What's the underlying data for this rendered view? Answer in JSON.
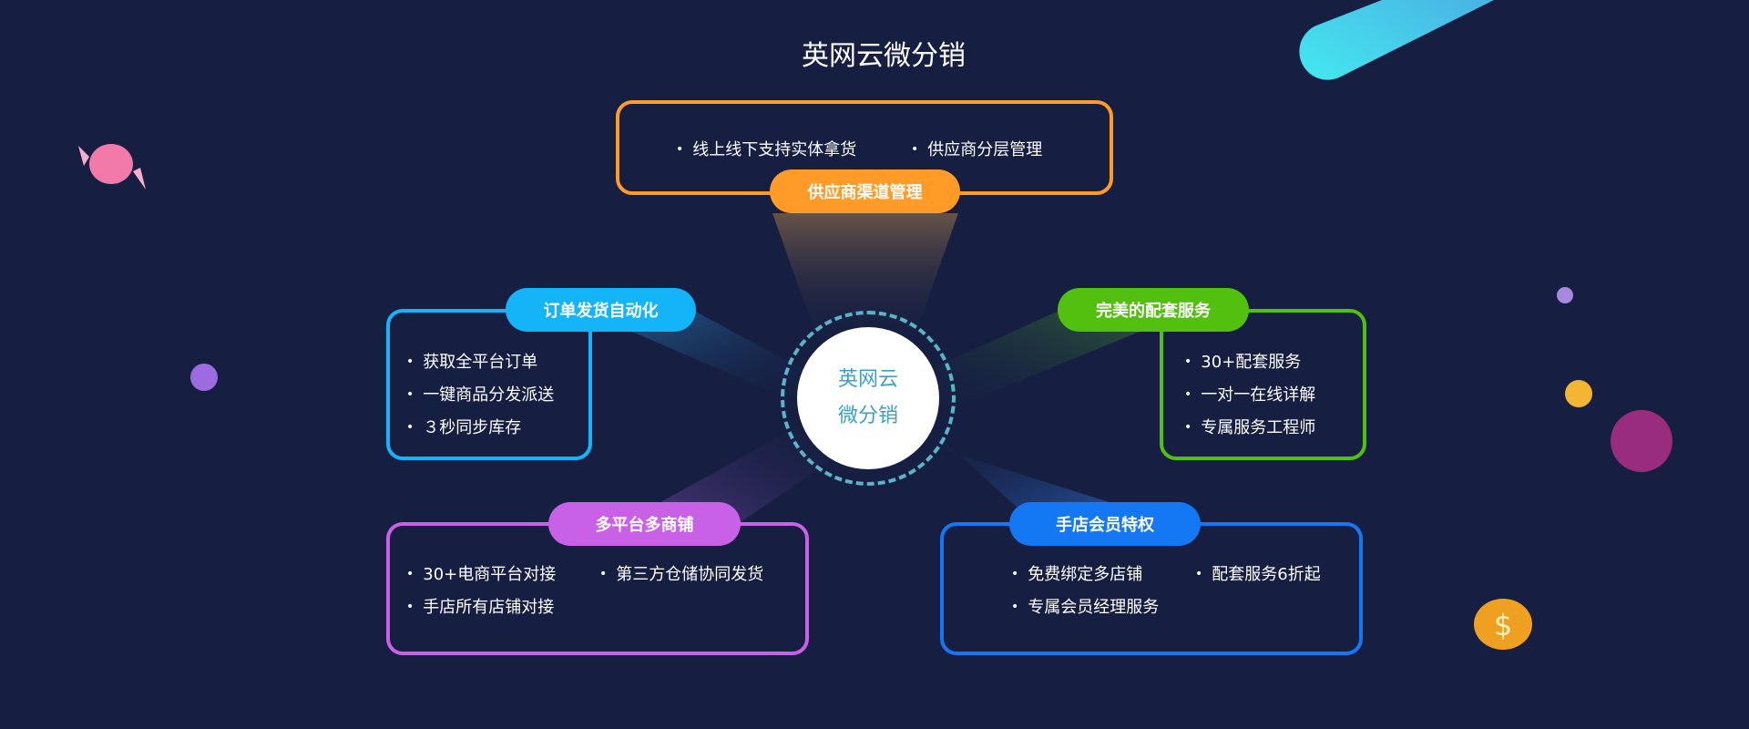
{
  "title": "英网云微分销",
  "center": {
    "line1": "英网云",
    "line2": "微分销"
  },
  "modules": {
    "supplier": {
      "label": "供应商渠道管理",
      "color": "#ff9b26",
      "items": [
        "线上线下支持实体拿货",
        "供应商分层管理"
      ]
    },
    "order": {
      "label": "订单发货自动化",
      "color": "#14b4f8",
      "items": [
        "获取全平台订单",
        "一键商品分发派送",
        "３秒同步库存"
      ]
    },
    "service": {
      "label": "完美的配套服务",
      "color": "#52c00e",
      "items": [
        "30+配套服务",
        "一对一在线详解",
        "专属服务工程师"
      ]
    },
    "multi": {
      "label": "多平台多商铺",
      "color": "#c961e6",
      "items": [
        "30+电商平台对接",
        "第三方仓储协同发货",
        "手店所有店铺对接"
      ]
    },
    "member": {
      "label": "手店会员特权",
      "color": "#1478f5",
      "items": [
        "免费绑定多店铺",
        "配套服务6折起",
        "专属会员经理服务"
      ]
    }
  }
}
